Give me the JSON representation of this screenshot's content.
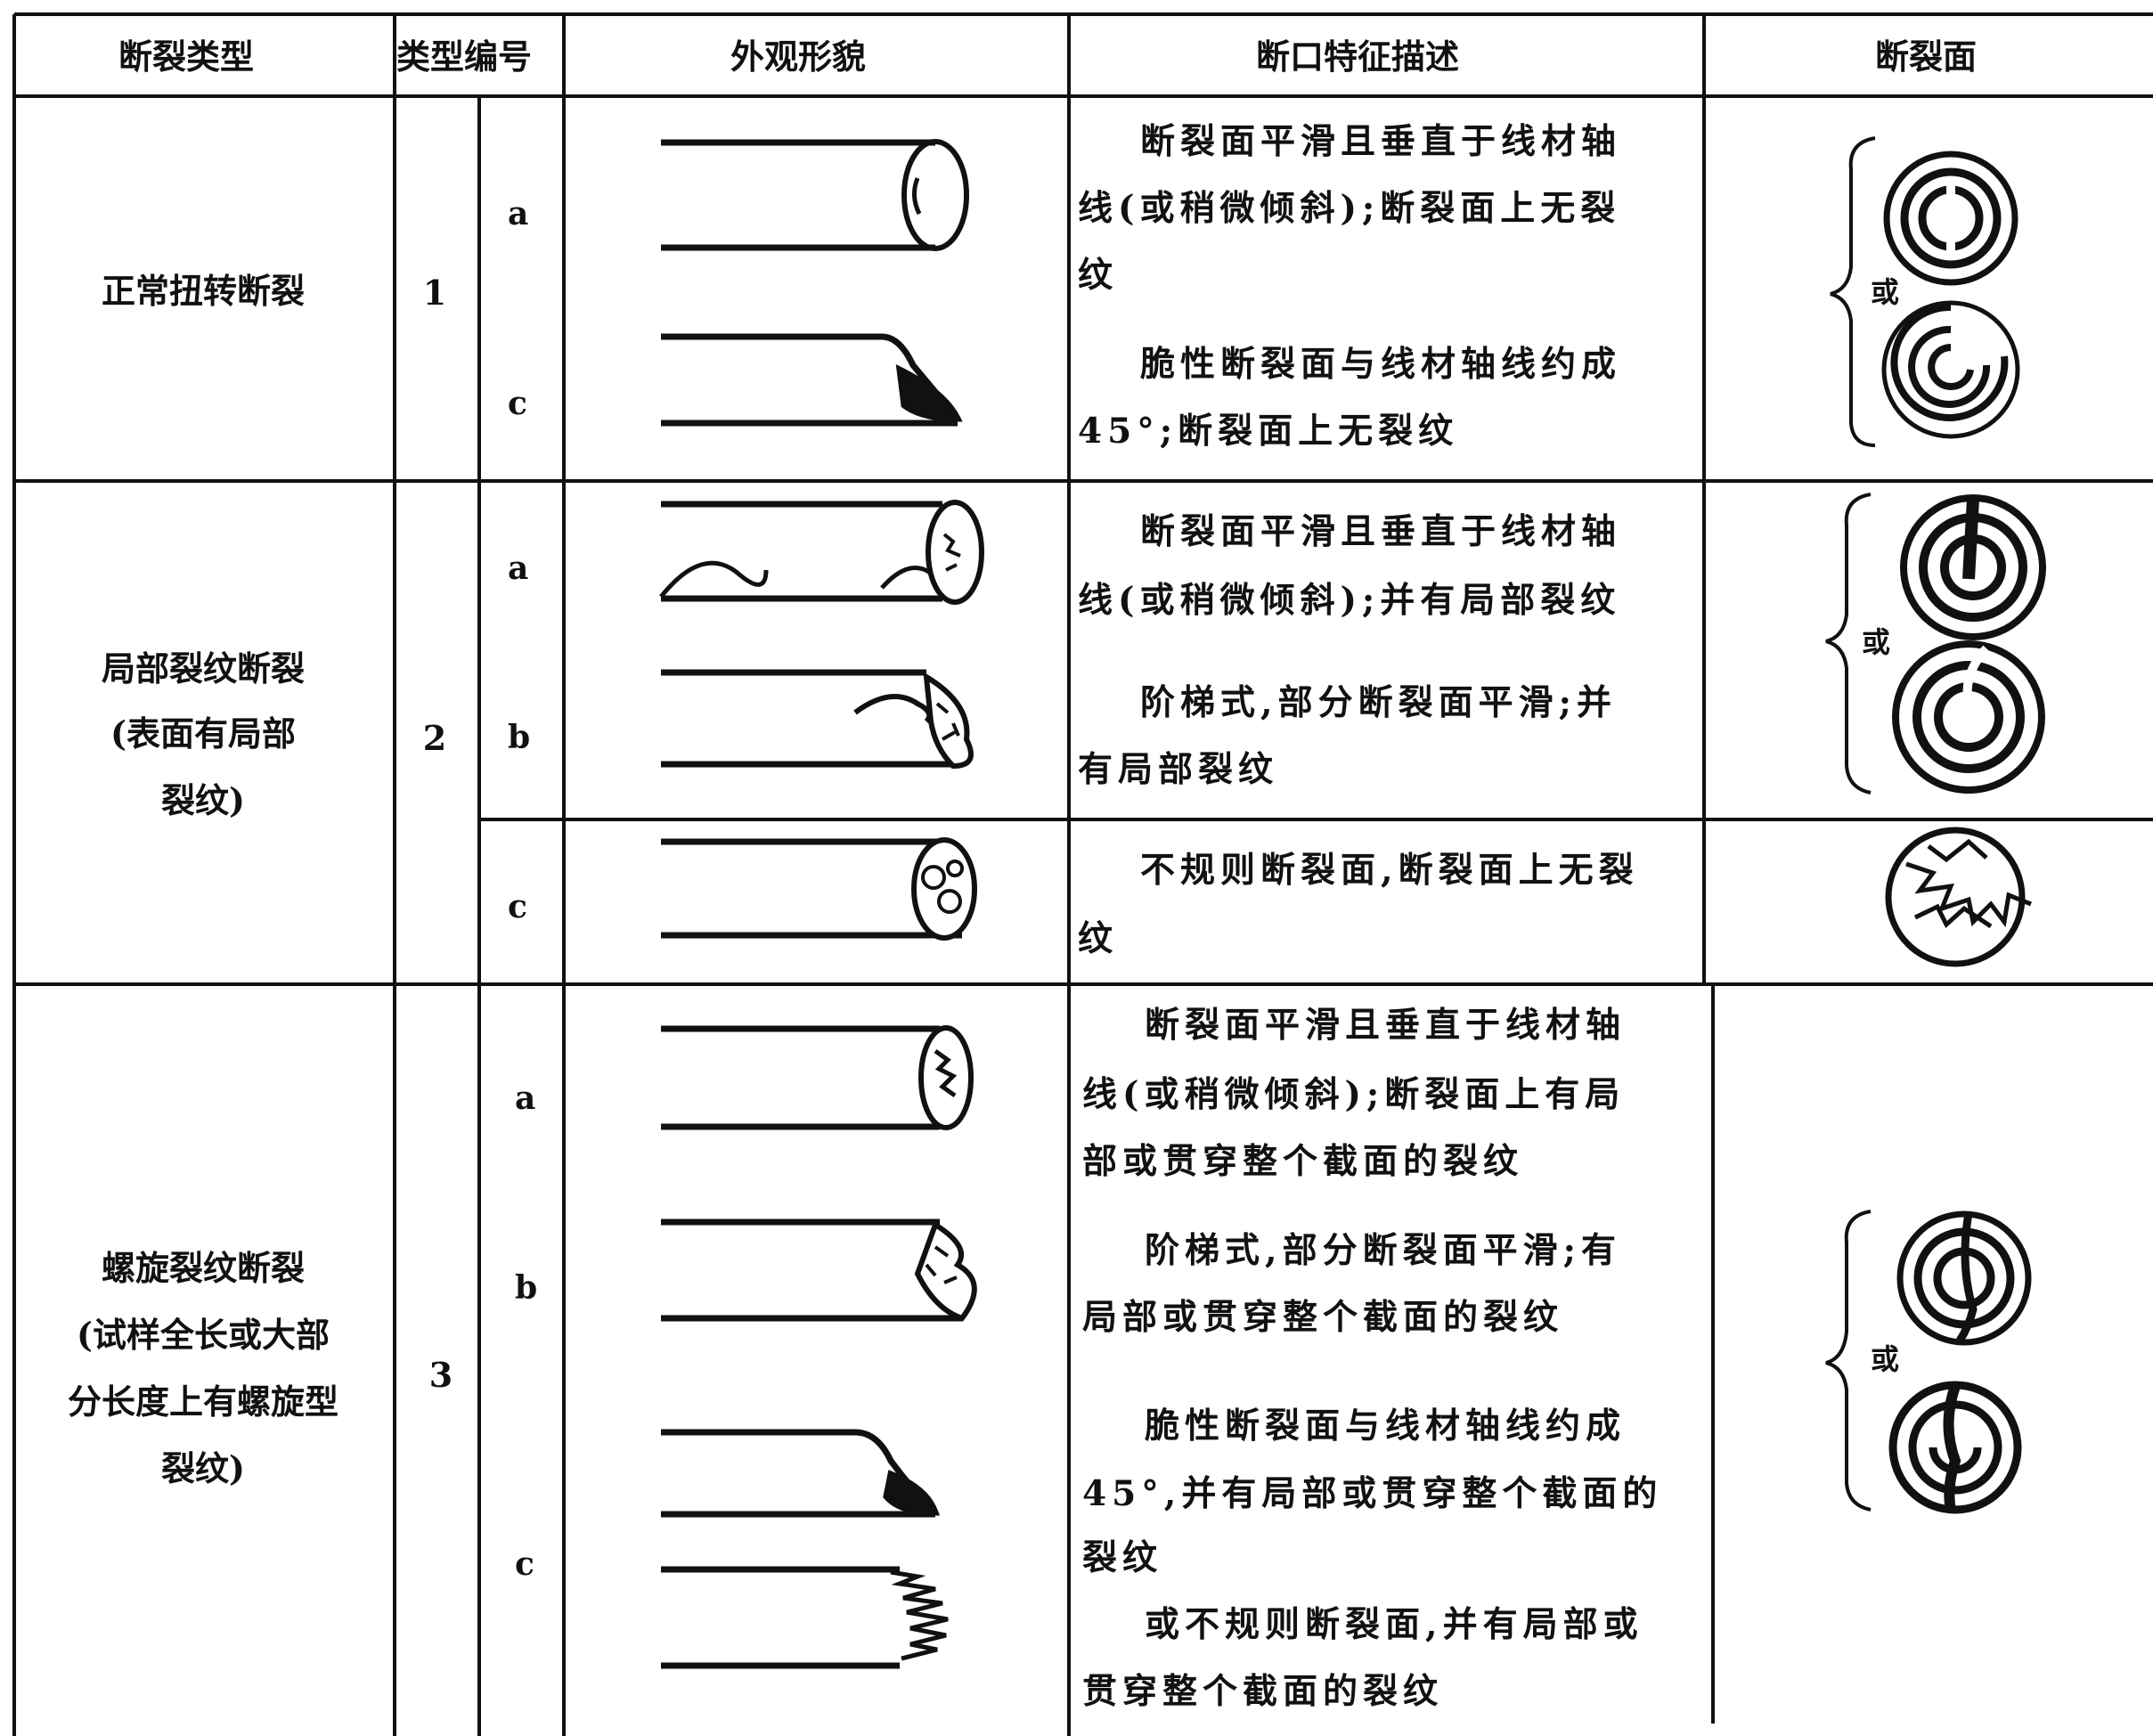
{
  "header": {
    "col1": "断裂类型",
    "col2": "类型编号",
    "col3": "外观形貌",
    "col4": "断口特征描述",
    "col5": "断裂面"
  },
  "rows": [
    {
      "type_name": "正常扭转断裂",
      "type_no": "1",
      "subtypes": [
        {
          "code": "a",
          "description": [
            "断裂面平滑且垂直于线材轴",
            "线(或稍微倾斜);断裂面上无裂",
            "纹"
          ]
        },
        {
          "code": "c",
          "description": [
            "脆性断裂面与线材轴线约成",
            "45°;断裂面上无裂纹"
          ]
        }
      ],
      "or_label": "或"
    },
    {
      "type_name": [
        "局部裂纹断裂",
        "(表面有局部",
        "裂纹)"
      ],
      "type_no": "2",
      "subtypes": [
        {
          "code": "a",
          "description": [
            "断裂面平滑且垂直于线材轴",
            "线(或稍微倾斜);并有局部裂纹"
          ]
        },
        {
          "code": "b",
          "description": [
            "阶梯式,部分断裂面平滑;并",
            "有局部裂纹"
          ]
        },
        {
          "code": "c",
          "description": [
            "不规则断裂面,断裂面上无裂",
            "纹"
          ]
        }
      ],
      "or_label": "或"
    },
    {
      "type_name": [
        "螺旋裂纹断裂",
        "(试样全长或大部",
        "分长度上有螺旋型",
        "裂纹)"
      ],
      "type_no": "3",
      "subtypes": [
        {
          "code": "a",
          "description": [
            "断裂面平滑且垂直于线材轴",
            "线(或稍微倾斜);断裂面上有局",
            "部或贯穿整个截面的裂纹"
          ]
        },
        {
          "code": "b",
          "description": [
            "阶梯式,部分断裂面平滑;有",
            "局部或贯穿整个截面的裂纹"
          ]
        },
        {
          "code": "c",
          "description": [
            "脆性断裂面与线材轴线约成",
            "45°,并有局部或贯穿整个截面的",
            "裂纹",
            "或不规则断裂面,并有局部或",
            "贯穿整个截面的裂纹"
          ]
        }
      ],
      "or_label": "或"
    }
  ],
  "icons": {
    "wire_specimen": "wire-specimen-icon",
    "fracture_surface": "fracture-surface-icon",
    "brace": "brace-icon"
  },
  "colors": {
    "ink": "#111111",
    "paper": "#ffffff"
  }
}
